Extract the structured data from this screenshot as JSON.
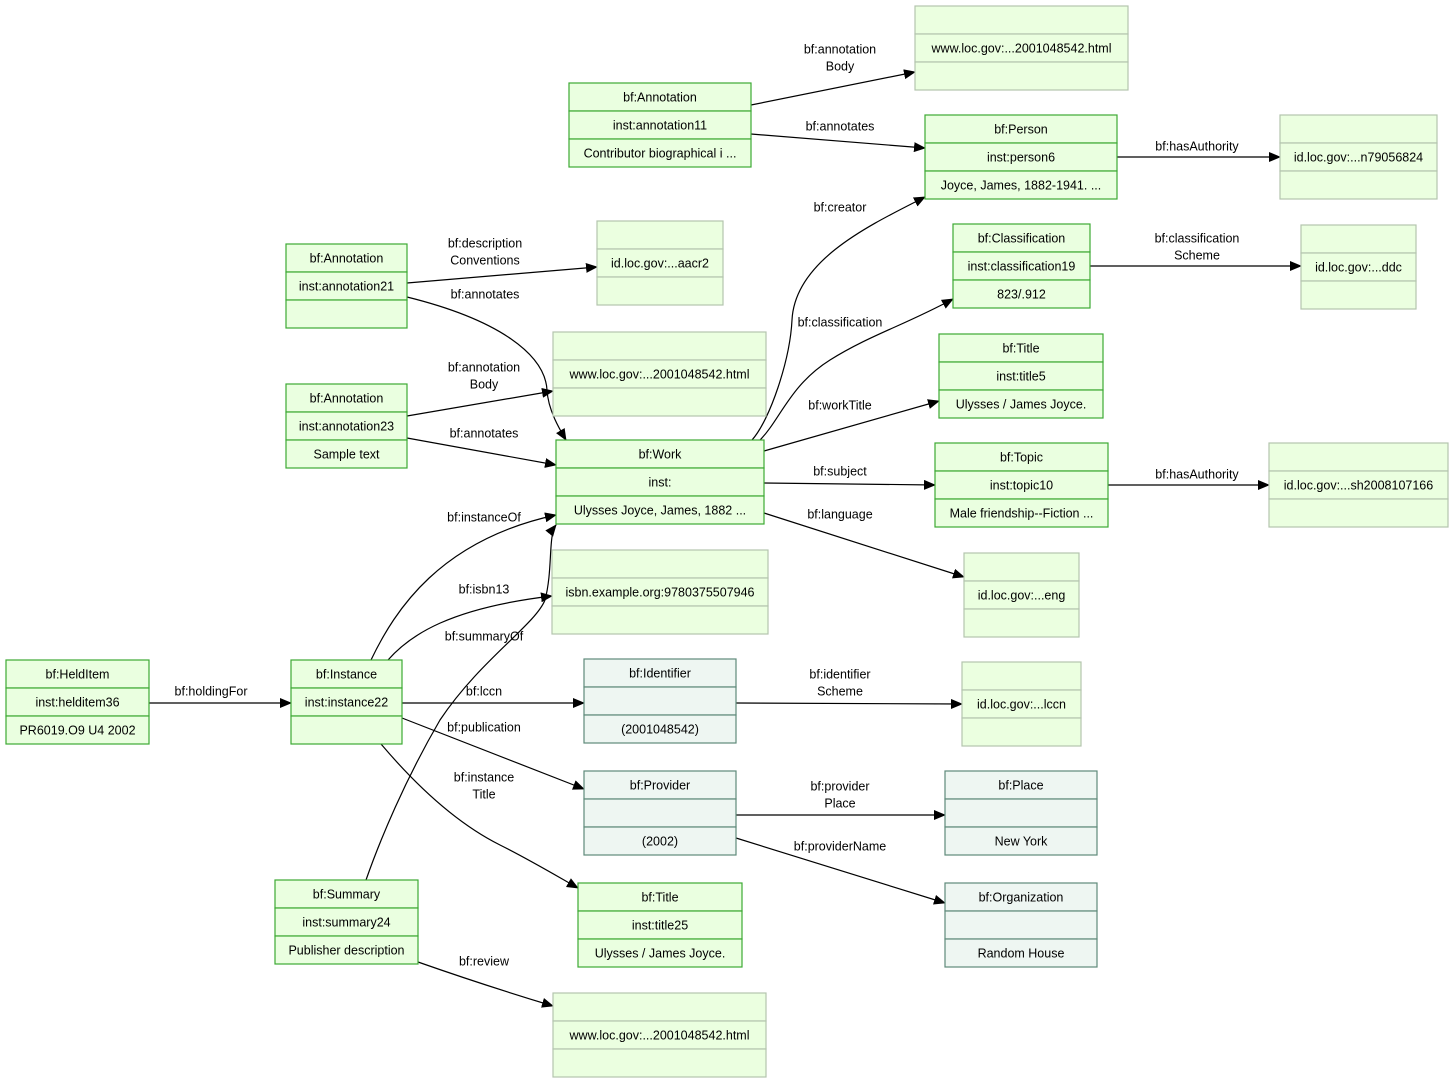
{
  "colors": {
    "green_fill": "#eaffe0",
    "green_stroke": "#3da934",
    "literal_fill": "#ebffe0",
    "literal_stroke": "#b3c4ae",
    "teal_fill": "#eef6f2",
    "teal_stroke": "#5f8a7a",
    "edge": "#000000"
  },
  "nodes": [
    {
      "id": "annotation11",
      "kind": "resource",
      "rows": [
        "bf:Annotation",
        "inst:annotation11",
        "Contributor biographical i ..."
      ]
    },
    {
      "id": "lit_annot11_body",
      "kind": "literal",
      "rows": [
        "",
        "www.loc.gov:...2001048542.html",
        ""
      ]
    },
    {
      "id": "person6",
      "kind": "resource",
      "rows": [
        "bf:Person",
        "inst:person6",
        "Joyce, James, 1882-1941. ..."
      ]
    },
    {
      "id": "lit_person_auth",
      "kind": "literal",
      "rows": [
        "",
        "id.loc.gov:...n79056824",
        ""
      ]
    },
    {
      "id": "annotation21",
      "kind": "resource",
      "rows": [
        "bf:Annotation",
        "inst:annotation21",
        ""
      ]
    },
    {
      "id": "lit_aacr2",
      "kind": "literal",
      "rows": [
        "",
        "id.loc.gov:...aacr2",
        ""
      ]
    },
    {
      "id": "classification19",
      "kind": "resource",
      "rows": [
        "bf:Classification",
        "inst:classification19",
        "823/.912"
      ]
    },
    {
      "id": "lit_ddc",
      "kind": "literal",
      "rows": [
        "",
        "id.loc.gov:...ddc",
        ""
      ]
    },
    {
      "id": "lit_annot23_body",
      "kind": "literal",
      "rows": [
        "",
        "www.loc.gov:...2001048542.html",
        ""
      ]
    },
    {
      "id": "title5",
      "kind": "resource",
      "rows": [
        "bf:Title",
        "inst:title5",
        "Ulysses / James Joyce."
      ]
    },
    {
      "id": "annotation23",
      "kind": "resource",
      "rows": [
        "bf:Annotation",
        "inst:annotation23",
        "Sample text"
      ]
    },
    {
      "id": "work",
      "kind": "resource",
      "rows": [
        "bf:Work",
        "inst:",
        "Ulysses Joyce, James, 1882 ..."
      ]
    },
    {
      "id": "topic10",
      "kind": "resource",
      "rows": [
        "bf:Topic",
        "inst:topic10",
        "Male friendship--Fiction ..."
      ]
    },
    {
      "id": "lit_topic_auth",
      "kind": "literal",
      "rows": [
        "",
        "id.loc.gov:...sh2008107166",
        ""
      ]
    },
    {
      "id": "lit_isbn",
      "kind": "literal",
      "rows": [
        "",
        "isbn.example.org:9780375507946",
        ""
      ]
    },
    {
      "id": "lit_eng",
      "kind": "literal",
      "rows": [
        "",
        "id.loc.gov:...eng",
        ""
      ]
    },
    {
      "id": "helditem36",
      "kind": "resource",
      "rows": [
        "bf:HeldItem",
        "inst:helditem36",
        "PR6019.O9 U4 2002"
      ]
    },
    {
      "id": "instance22",
      "kind": "resource",
      "rows": [
        "bf:Instance",
        "inst:instance22",
        ""
      ]
    },
    {
      "id": "identifier",
      "kind": "blank",
      "rows": [
        "bf:Identifier",
        "",
        "(2001048542)"
      ]
    },
    {
      "id": "lit_lccn",
      "kind": "literal",
      "rows": [
        "",
        "id.loc.gov:...lccn",
        ""
      ]
    },
    {
      "id": "provider",
      "kind": "blank",
      "rows": [
        "bf:Provider",
        "",
        "(2002)"
      ]
    },
    {
      "id": "place",
      "kind": "blank",
      "rows": [
        "bf:Place",
        "",
        "New York"
      ]
    },
    {
      "id": "title25",
      "kind": "resource",
      "rows": [
        "bf:Title",
        "inst:title25",
        "Ulysses / James Joyce."
      ]
    },
    {
      "id": "summary24",
      "kind": "resource",
      "rows": [
        "bf:Summary",
        "inst:summary24",
        "Publisher description"
      ]
    },
    {
      "id": "organization",
      "kind": "blank",
      "rows": [
        "bf:Organization",
        "",
        "Random House"
      ]
    },
    {
      "id": "lit_review",
      "kind": "literal",
      "rows": [
        "",
        "www.loc.gov:...2001048542.html",
        ""
      ]
    }
  ],
  "edges": [
    {
      "id": "e1",
      "label": [
        "bf:annotation",
        "Body"
      ]
    },
    {
      "id": "e2",
      "label": [
        "bf:annotates"
      ]
    },
    {
      "id": "e3",
      "label": [
        "bf:hasAuthority"
      ]
    },
    {
      "id": "e4",
      "label": [
        "bf:description",
        "Conventions"
      ]
    },
    {
      "id": "e5",
      "label": [
        "bf:annotates"
      ]
    },
    {
      "id": "e6",
      "label": [
        "bf:annotation",
        "Body"
      ]
    },
    {
      "id": "e7",
      "label": [
        "bf:annotates"
      ]
    },
    {
      "id": "e8",
      "label": [
        "bf:creator"
      ]
    },
    {
      "id": "e9",
      "label": [
        "bf:classification"
      ]
    },
    {
      "id": "e10",
      "label": [
        "bf:classification",
        "Scheme"
      ]
    },
    {
      "id": "e11",
      "label": [
        "bf:workTitle"
      ]
    },
    {
      "id": "e12",
      "label": [
        "bf:subject"
      ]
    },
    {
      "id": "e13",
      "label": [
        "bf:hasAuthority"
      ]
    },
    {
      "id": "e14",
      "label": [
        "bf:language"
      ]
    },
    {
      "id": "e15",
      "label": [
        "bf:instanceOf"
      ]
    },
    {
      "id": "e16",
      "label": [
        "bf:isbn13"
      ]
    },
    {
      "id": "e17",
      "label": [
        "bf:summaryOf"
      ]
    },
    {
      "id": "e18",
      "label": [
        "bf:holdingFor"
      ]
    },
    {
      "id": "e19",
      "label": [
        "bf:lccn"
      ]
    },
    {
      "id": "e20",
      "label": [
        "bf:identifier",
        "Scheme"
      ]
    },
    {
      "id": "e21",
      "label": [
        "bf:publication"
      ]
    },
    {
      "id": "e22",
      "label": [
        "bf:provider",
        "Place"
      ]
    },
    {
      "id": "e23",
      "label": [
        "bf:providerName"
      ]
    },
    {
      "id": "e24",
      "label": [
        "bf:instance",
        "Title"
      ]
    },
    {
      "id": "e25",
      "label": [
        "bf:review"
      ]
    }
  ]
}
